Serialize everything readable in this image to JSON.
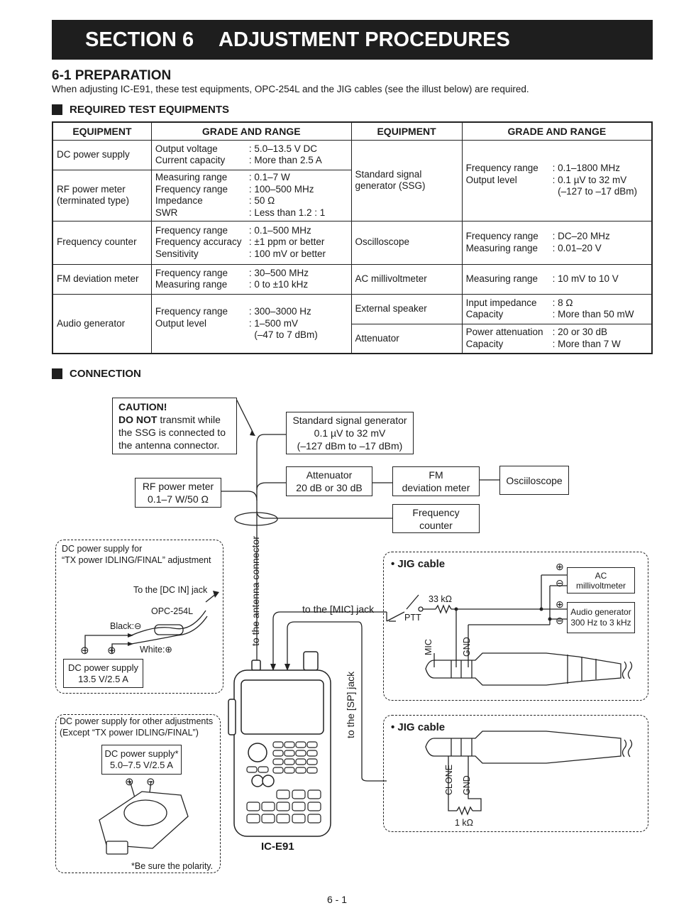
{
  "header": {
    "section_num": "SECTION 6",
    "section_title": "ADJUSTMENT PROCEDURES"
  },
  "preparation": {
    "title": "6-1 PREPARATION",
    "intro": "When adjusting IC-E91, these test equipments, OPC-254L and the JIG cables (see the illust below) are required."
  },
  "required": {
    "title": "REQUIRED TEST EQUIPMENTS",
    "col_equipment": "EQUIPMENT",
    "col_grade": "GRADE AND RANGE",
    "dc_power": {
      "name": "DC power supply",
      "specs": [
        [
          "Output voltage",
          ": 5.0–13.5 V DC"
        ],
        [
          "Current capacity",
          ": More than 2.5 A"
        ]
      ]
    },
    "rf_meter": {
      "name": "RF power meter (terminated type)",
      "specs": [
        [
          "Measuring range",
          ": 0.1–7 W"
        ],
        [
          "Frequency range",
          ": 100–500 MHz"
        ],
        [
          "Impedance",
          ": 50 Ω"
        ],
        [
          "SWR",
          ": Less than 1.2 : 1"
        ]
      ]
    },
    "freq_counter": {
      "name": "Frequency counter",
      "specs": [
        [
          "Frequency range",
          ": 0.1–500 MHz"
        ],
        [
          "Frequency accuracy",
          ": ±1 ppm or better"
        ],
        [
          "Sensitivity",
          ": 100 mV or better"
        ]
      ]
    },
    "fm_dev": {
      "name": "FM deviation meter",
      "specs": [
        [
          "Frequency range",
          ": 30–500 MHz"
        ],
        [
          "Measuring range",
          ": 0 to ±10 kHz"
        ]
      ]
    },
    "audio_gen": {
      "name": "Audio generator",
      "specs": [
        [
          "Frequency range",
          ": 300–3000 Hz"
        ],
        [
          "Output level",
          ": 1–500 mV"
        ],
        [
          "",
          "  (–47 to 7 dBm)"
        ]
      ]
    },
    "ssg": {
      "name": "Standard signal generator (SSG)",
      "specs": [
        [
          "Frequency range",
          ": 0.1–1800 MHz"
        ],
        [
          "Output level",
          ": 0.1 µV to 32 mV"
        ],
        [
          "",
          "  (–127 to –17 dBm)"
        ]
      ]
    },
    "osc": {
      "name": "Oscilloscope",
      "specs": [
        [
          "Frequency range",
          ": DC–20 MHz"
        ],
        [
          "Measuring range",
          ": 0.01–20 V"
        ]
      ]
    },
    "ac_mv": {
      "name": "AC millivoltmeter",
      "specs": [
        [
          "Measuring range",
          ": 10 mV to 10 V"
        ]
      ]
    },
    "ext_spk": {
      "name": "External speaker",
      "specs": [
        [
          "Input impedance",
          ": 8 Ω"
        ],
        [
          "Capacity",
          ": More than 50 mW"
        ]
      ]
    },
    "atten": {
      "name": "Attenuator",
      "specs": [
        [
          "Power attenuation",
          ": 20 or 30 dB"
        ],
        [
          "Capacity",
          ": More than 7 W"
        ]
      ]
    }
  },
  "connection": {
    "title": "CONNECTION",
    "caution_title": "CAUTION!",
    "caution_bold": "DO NOT",
    "caution_text1": " transmit while",
    "caution_text2": "the SSG is connected to",
    "caution_text3": "the antenna connector.",
    "ssg_box": [
      "Standard signal generator",
      "0.1 µV to 32 mV",
      "(–127 dBm to –17 dBm)"
    ],
    "atten_box": [
      "Attenuator",
      "20 dB or 30 dB"
    ],
    "fm_box": [
      "FM",
      "deviation meter"
    ],
    "osc_box": "Osciiloscope",
    "rf_box": [
      "RF power meter",
      "0.1–7 W/50 Ω"
    ],
    "freq_box": [
      "Frequency",
      "counter"
    ],
    "antenna_label": "to the antenna connector",
    "mic_jack_label": "to the [MIC] jack",
    "sp_jack_label": "to the [SP] jack",
    "radio_label": "IC-E91",
    "dc1_title1": "DC power supply for",
    "dc1_title2": "“TX power IDLING/FINAL” adjustment",
    "dc_in_label": "To the [DC IN] jack",
    "opc_label": "OPC-254L",
    "black_label": "Black:⊖",
    "white_label": "White:⊕",
    "dc1_box": [
      "DC power supply",
      "13.5 V/2.5 A"
    ],
    "dc2_title1": "DC power supply for other adjustments",
    "dc2_title2": "(Except “TX power IDLING/FINAL”)",
    "dc2_box": [
      "DC power supply*",
      "5.0–7.5 V/2.5 A"
    ],
    "polarity_note": "*Be sure the polarity.",
    "jig1_title": "• JIG cable",
    "resistor_33k": "33 kΩ",
    "ptt_label": "PTT",
    "mic_label": "MIC",
    "gnd_label": "GND",
    "ac_mv_box": [
      "AC",
      "millivoltmeter"
    ],
    "audio_box": [
      "Audio generator",
      "300 Hz to 3 kHz"
    ],
    "jig2_title": "• JIG cable",
    "clone_label": "CLONE",
    "gnd2_label": "GND",
    "resistor_1k": "1 kΩ"
  },
  "footer": {
    "page": "6 - 1"
  }
}
